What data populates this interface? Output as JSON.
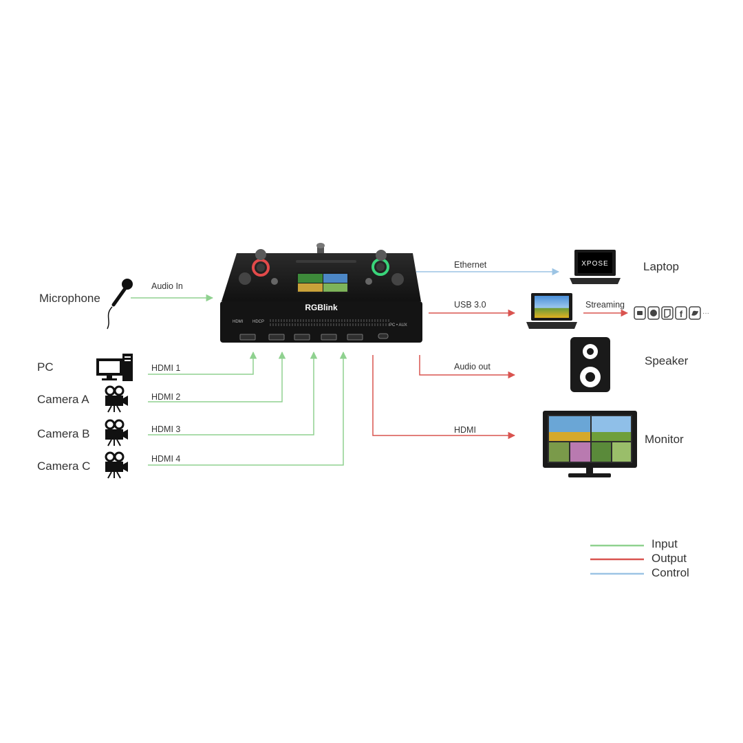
{
  "colors": {
    "input": "#8fd18f",
    "output": "#d9534f",
    "control": "#9cc4e4"
  },
  "device": {
    "brand": "RGBlink",
    "panel_text_left": "HDMI",
    "panel_text_mid": "HDCP",
    "panel_text_right": "PC • AUX"
  },
  "inputs": {
    "microphone": "Microphone",
    "pc": "PC",
    "camera_a": "Camera A",
    "camera_b": "Camera B",
    "camera_c": "Camera C"
  },
  "connections": {
    "audio_in": "Audio In",
    "hdmi1": "HDMI 1",
    "hdmi2": "HDMI 2",
    "hdmi3": "HDMI 3",
    "hdmi4": "HDMI 4",
    "ethernet": "Ethernet",
    "usb": "USB 3.0",
    "streaming": "Streaming",
    "audio_out": "Audio out",
    "hdmi_out": "HDMI"
  },
  "outputs": {
    "laptop": "Laptop",
    "laptop_screen": "XPOSE",
    "speaker": "Speaker",
    "monitor": "Monitor"
  },
  "platform_icons": [
    "youtube-icon",
    "messenger-icon",
    "twitch-icon",
    "facebook-icon",
    "twitter-icon"
  ],
  "legend": {
    "input": "Input",
    "output": "Output",
    "control": "Control"
  }
}
